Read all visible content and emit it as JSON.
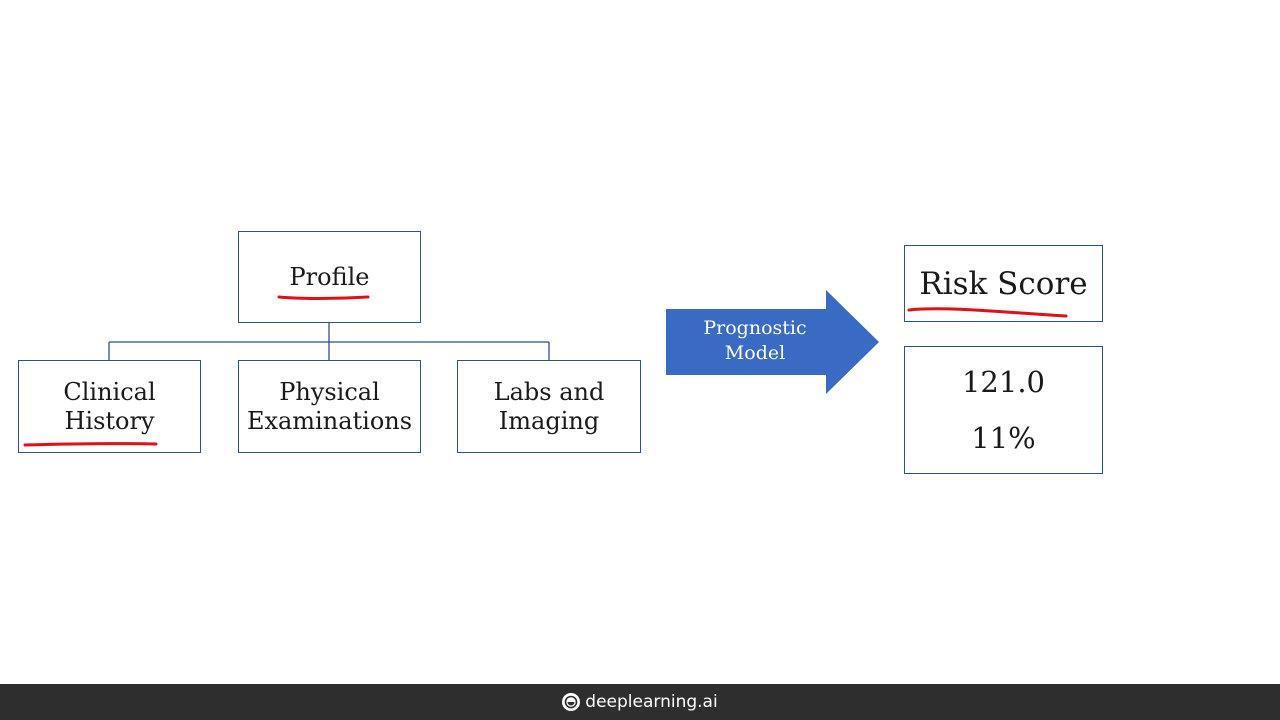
{
  "diagram": {
    "root": {
      "label": "Profile"
    },
    "children": [
      {
        "label": "Clinical\nHistory"
      },
      {
        "label": "Physical\nExaminations"
      },
      {
        "label": "Labs and\nImaging"
      }
    ],
    "arrow": {
      "label": "Prognostic\nModel",
      "color": "#3a6bc4"
    },
    "output": {
      "title": "Risk Score",
      "values": [
        "121.0",
        "11%"
      ]
    },
    "box_border_color": "#2f4f8f",
    "annotation_color": "#e0101a"
  },
  "footer": {
    "brand": "deeplearning.ai",
    "logo_icon": "deeplearning-logo-icon"
  }
}
